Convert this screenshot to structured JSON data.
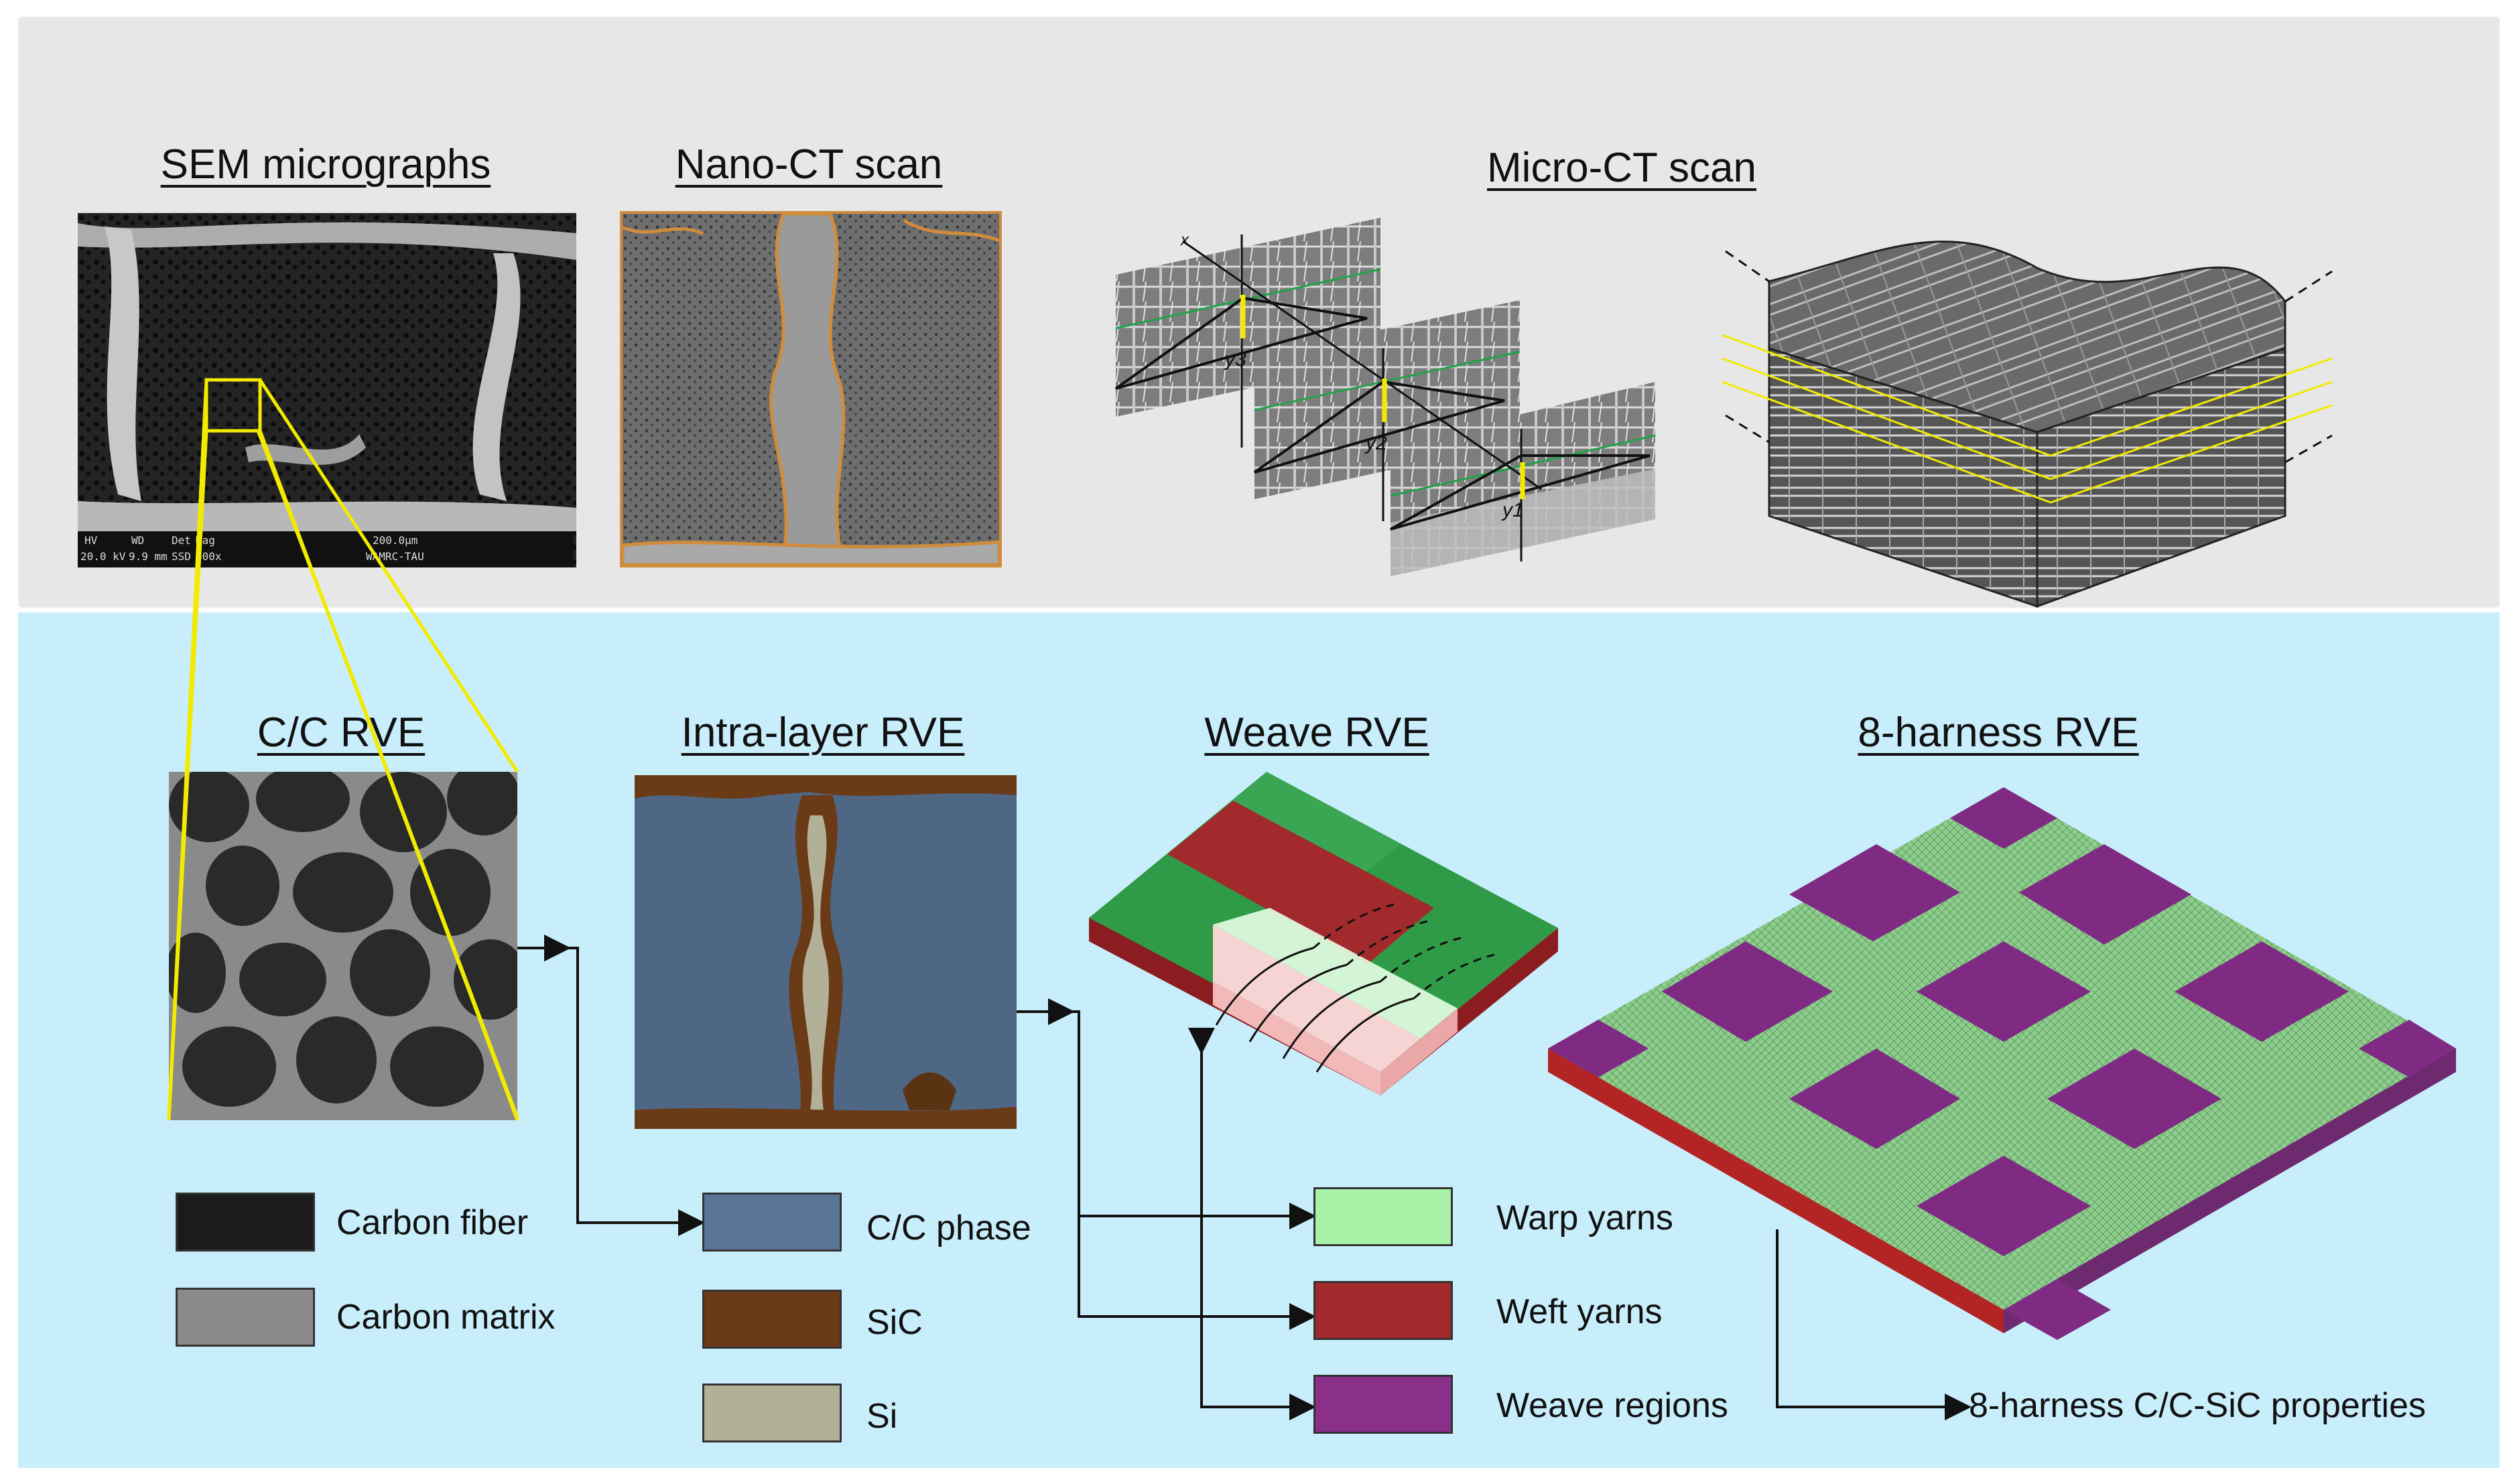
{
  "headings": {
    "sem": "SEM micrographs",
    "nanoct": "Nano-CT scan",
    "microct": "Micro-CT scan",
    "cc_rve": "C/C RVE",
    "intra": "Intra-layer RVE",
    "weave": "Weave RVE",
    "harness": "8-harness RVE"
  },
  "sem_bar": {
    "hv_label": "HV",
    "wd_label": "WD",
    "det_label": "Det",
    "mag_label": "Mag",
    "hv_value": "20.0 kV",
    "wd_value": "9.9 mm",
    "det_value": "SSD",
    "mag_value": "300x",
    "scale": "200.0µm",
    "lab": "WAMRC-TAU"
  },
  "microct_axes": {
    "x": "x",
    "y1": "y1",
    "y2": "y2",
    "y3": "y3"
  },
  "legend": {
    "cc": [
      {
        "label": "Carbon fiber",
        "color": "#1b1b1b"
      },
      {
        "label": "Carbon matrix",
        "color": "#8a8a8a"
      }
    ],
    "intra": [
      {
        "label": "C/C phase",
        "color": "#5a7595"
      },
      {
        "label": "SiC",
        "color": "#6b3a16"
      },
      {
        "label": "Si",
        "color": "#b2b197"
      }
    ],
    "weave": [
      {
        "label": "Warp yarns",
        "color": "#a8f2a8"
      },
      {
        "label": "Weft yarns",
        "color": "#a32a2c"
      },
      {
        "label": "Weave regions",
        "color": "#8a2f8a"
      }
    ]
  },
  "output": "8-harness C/C-SiC properties",
  "colors": {
    "top_panel": "#e7e7e7",
    "bottom_panel": "#c9eefb",
    "highlight": "#f2ea00",
    "nano_outline": "#d08c3d"
  }
}
